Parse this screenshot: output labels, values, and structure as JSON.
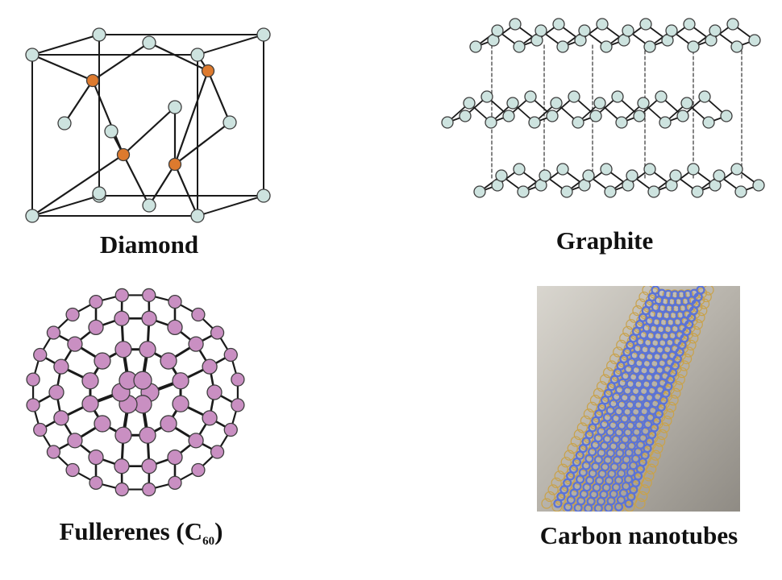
{
  "diagram": {
    "panels": [
      {
        "id": "diamond",
        "caption": "Diamond"
      },
      {
        "id": "graphite",
        "caption": "Graphite"
      },
      {
        "id": "fullerenes",
        "caption_main": "Fullerenes (C",
        "caption_sub": "60",
        "caption_end": ")"
      },
      {
        "id": "nanotubes",
        "caption": "Carbon nanotubes"
      }
    ]
  },
  "colors": {
    "atom_fill": "#cde3df",
    "atom_stroke": "#3d3d3d",
    "diamond_inner_atom": "#dd7a2e",
    "fullerene_atom": "#c98fc2",
    "nanotube_inner": "#5b73d6",
    "nanotube_outer": "#c9a24a",
    "bond": "#1a1a1a"
  },
  "icons": {
    "diamond": "diamond-lattice-icon",
    "graphite": "graphite-layers-icon",
    "fullerene": "c60-buckyball-icon",
    "nanotube": "carbon-nanotube-image"
  }
}
